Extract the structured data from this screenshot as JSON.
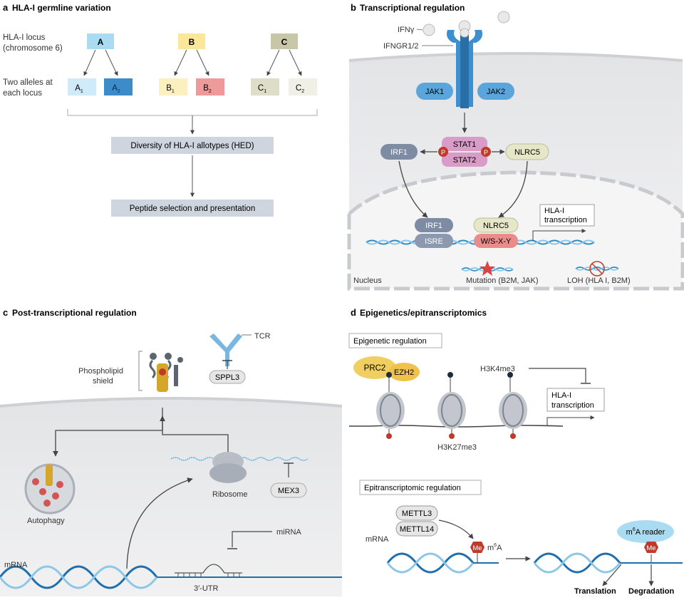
{
  "panel_a": {
    "letter": "a",
    "title": "HLA-I germline variation",
    "locus_label_1": "HLA-I locus",
    "locus_label_2": "(chromosome 6)",
    "alleles_label_1": "Two alleles at",
    "alleles_label_2": "each locus",
    "loci": [
      {
        "name": "A",
        "allele1": "A",
        "allele1_sub": "1",
        "allele2": "A",
        "allele2_sub": "2"
      },
      {
        "name": "B",
        "allele1": "B",
        "allele1_sub": "1",
        "allele2": "B",
        "allele2_sub": "2"
      },
      {
        "name": "C",
        "allele1": "C",
        "allele1_sub": "1",
        "allele2": "C",
        "allele2_sub": "2"
      }
    ],
    "box1": "Diversity of HLA-I allotypes (HED)",
    "box2": "Peptide selection and presentation"
  },
  "panel_b": {
    "letter": "b",
    "title": "Transcriptional regulation",
    "ifng": "IFNγ",
    "ifngr": "IFNGR1/2",
    "jak1": "JAK1",
    "jak2": "JAK2",
    "stat1": "STAT1",
    "stat2": "STAT2",
    "p": "P",
    "irf1": "IRF1",
    "nlrc5": "NLRC5",
    "irf1_nuc": "IRF1",
    "nlrc5_nuc": "NLRC5",
    "isre": "ISRE",
    "wsxy": "W/S-X-Y",
    "hla_tx_1": "HLA-I",
    "hla_tx_2": "transcription",
    "mutation": "Mutation (B2M, JAK)",
    "loh": "LOH (HLA I, B2M)",
    "nucleus": "Nucleus"
  },
  "panel_c": {
    "letter": "c",
    "title": "Post-transcriptional regulation",
    "tcr": "TCR",
    "sppl3": "SPPL3",
    "shield_1": "Phospholipid",
    "shield_2": "shield",
    "autophagy": "Autophagy",
    "ribosome": "Ribosome",
    "mex3": "MEX3",
    "mirna": "miRNA",
    "mrna": "mRNA",
    "utr": "3′-UTR"
  },
  "panel_d": {
    "letter": "d",
    "title": "Epigenetics/epitranscriptomics",
    "epi_title": "Epigenetic regulation",
    "prc2": "PRC2",
    "ezh2": "EZH2",
    "h3k4": "H3K4me3",
    "hla_tx_1": "HLA-I",
    "hla_tx_2": "transcription",
    "h3k27": "H3K27me3",
    "epitx_title": "Epitranscriptomic regulation",
    "mettl3": "METTL3",
    "mettl14": "METTL14",
    "me": "Me",
    "m6a_prefix": "m",
    "m6a_sup": "6",
    "m6a_suffix": "A",
    "m6a_reader": " reader",
    "mrna": "mRNA",
    "translation": "Translation",
    "degradation": "Degradation"
  },
  "colors": {
    "locus_a": "#a9dcf2",
    "allele_a2": "#3b8cc9",
    "locus_b": "#fbe79a",
    "allele_b2": "#ef9a9a",
    "locus_c": "#c7c7a8",
    "receptor": "#3d8fd0",
    "stat": "#d99bc8",
    "phospho": "#c0392b",
    "cell_bg": "#ebebeb",
    "dna": "#2f8fc8",
    "box_gray": "#cfd5de"
  }
}
